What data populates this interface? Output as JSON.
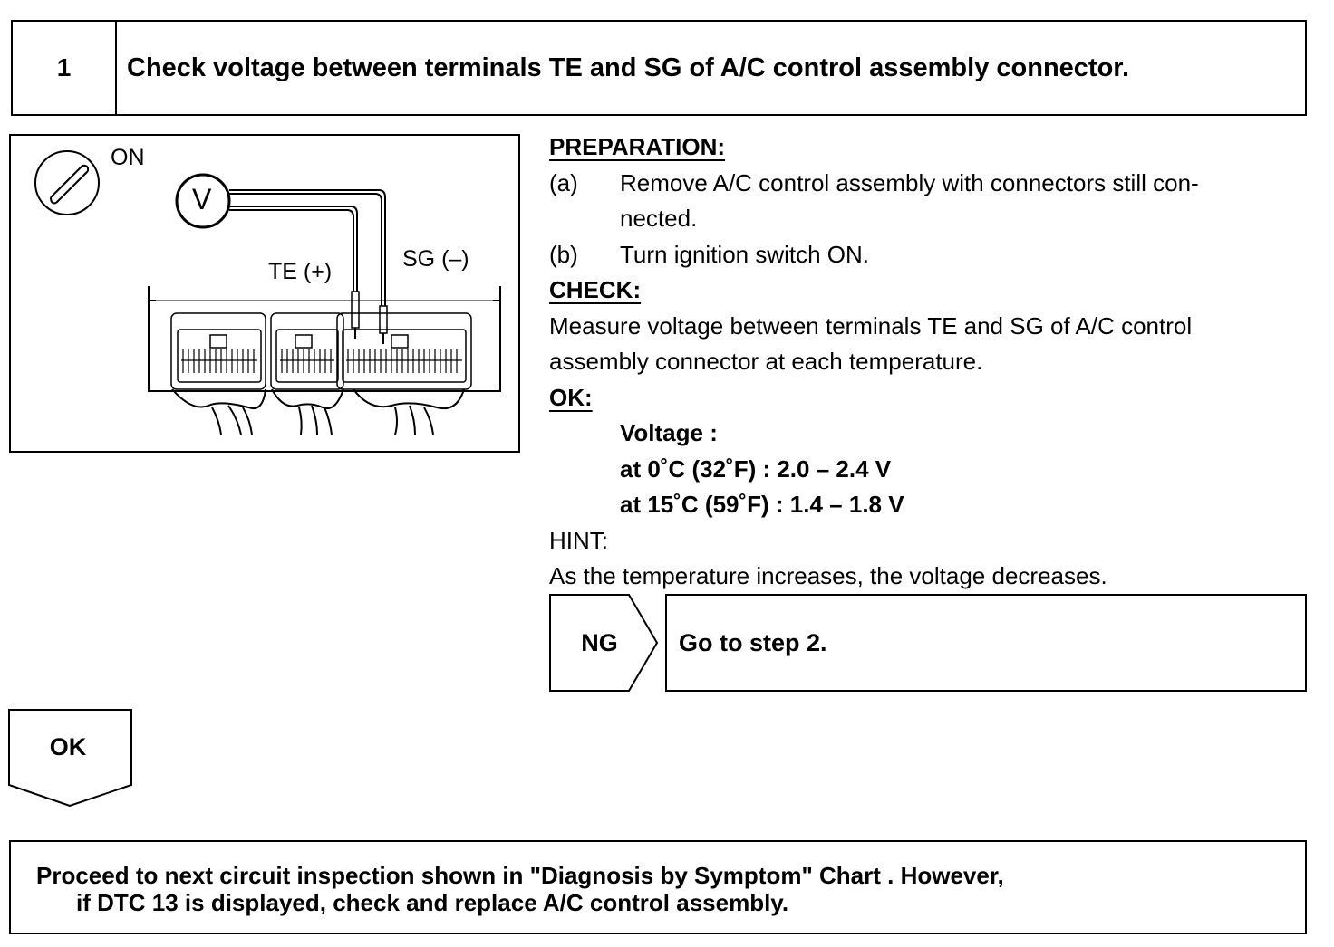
{
  "step": {
    "number": "1",
    "title": "Check voltage between terminals TE and SG of A/C control assembly connector."
  },
  "diagram": {
    "ignition_label": "ON",
    "meter_label": "V",
    "te_label": "TE (+)",
    "sg_label": "SG (–)"
  },
  "preparation": {
    "heading": "PREPARATION:",
    "items": [
      {
        "label": "(a)",
        "lines": [
          "Remove A/C control assembly with connectors still con-",
          "nected."
        ]
      },
      {
        "label": "(b)",
        "lines": [
          "Turn ignition switch ON."
        ]
      }
    ]
  },
  "check": {
    "heading": "CHECK:",
    "lines": [
      "Measure voltage between terminals TE and SG of A/C control",
      "assembly connector at each temperature."
    ]
  },
  "ok_spec": {
    "heading": "OK:",
    "lines": [
      "Voltage :",
      "at 0˚C (32˚F) : 2.0 – 2.4 V",
      "at 15˚C (59˚F) : 1.4 – 1.8 V"
    ]
  },
  "hint": {
    "heading": "HINT:",
    "text": "As the temperature increases, the voltage decreases."
  },
  "ng_branch": {
    "label": "NG",
    "action": "Go to step 2."
  },
  "ok_branch": {
    "label": "OK"
  },
  "proceed": {
    "lines": [
      "Proceed to next circuit inspection shown in \"Diagnosis by Symptom\" Chart . However,",
      "if DTC 13 is displayed, check and replace A/C control assembly."
    ]
  }
}
